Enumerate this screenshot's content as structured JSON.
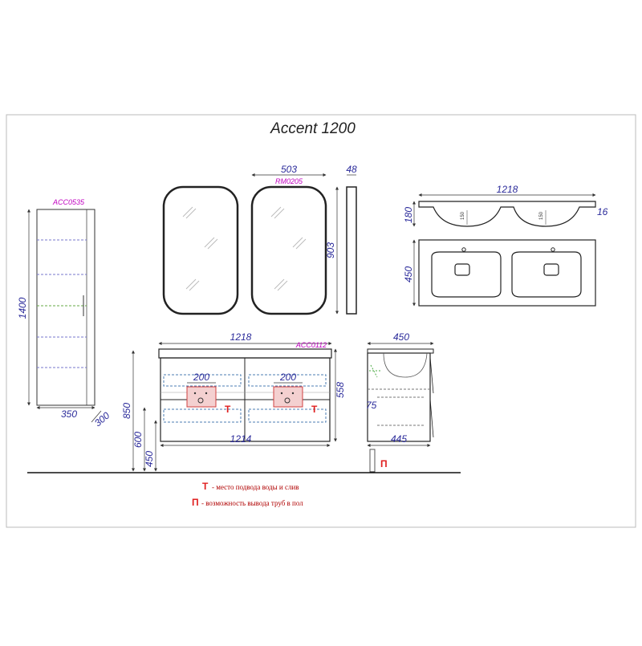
{
  "title": "Accent 1200",
  "models": {
    "pencil_case": "ACC0535",
    "mirror": "RM0205",
    "cabinet": "ACC0112"
  },
  "dimensions": {
    "mirror_width": "503",
    "mirror_depth": "48",
    "mirror_height": "903",
    "sink_top_width": "1218",
    "sink_height": "180",
    "sink_thickness": "16",
    "basin_depth_left": "150",
    "basin_depth_right": "150",
    "sink_depth": "450",
    "pencil_height": "1400",
    "pencil_width": "350",
    "pencil_depth": "300",
    "cabinet_width": "1218",
    "cabinet_bottom_width": "1214",
    "cabinet_height": "558",
    "mount_height": "850",
    "floor_height_600": "600",
    "floor_height_450": "450",
    "connection_width_left": "200",
    "connection_width_right": "200",
    "side_depth": "450",
    "side_depth_bottom": "445",
    "side_offset": "75"
  },
  "marks": {
    "water": "Т",
    "floor": "П"
  },
  "legend": {
    "water_symbol": "Т",
    "water_text": "- место подвода воды и слив",
    "floor_symbol": "П",
    "floor_text": "- возможность вывода труб в пол"
  }
}
